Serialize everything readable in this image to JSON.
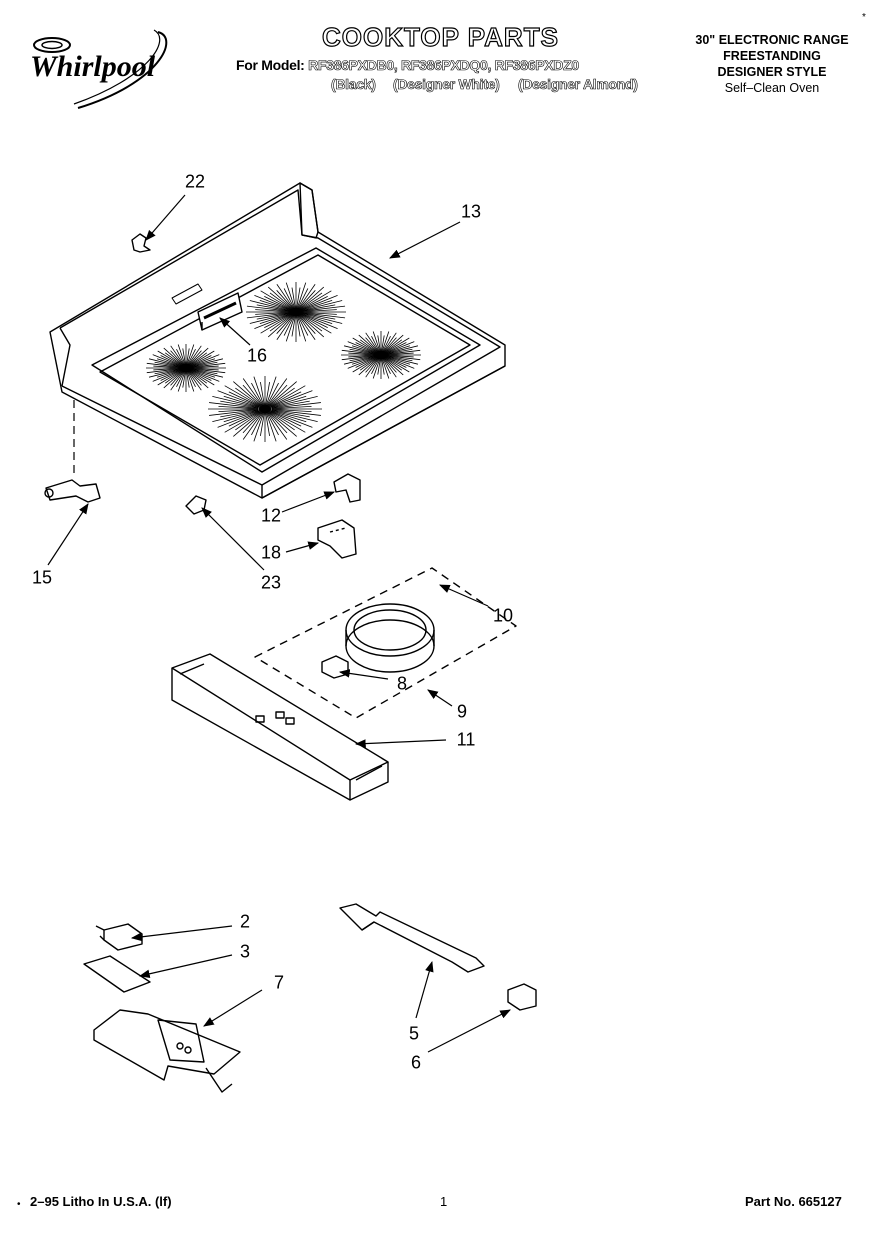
{
  "header": {
    "brand": "Whirlpool",
    "title": "COOKTOP PARTS",
    "model_prefix": "For Model:",
    "models": "RF386PXDB0, RF386PXDQ0, RF386PXDZ0",
    "variant_black": "(Black)",
    "variant_white": "(Designer White)",
    "variant_almond": "(Designer Almond)",
    "spec_line1": "30\" ELECTRONIC RANGE",
    "spec_line2": "FREESTANDING",
    "spec_line3": "DESIGNER STYLE",
    "spec_line4": "Self–Clean Oven",
    "corner_mark": "*"
  },
  "callouts": {
    "c22": "22",
    "c13": "13",
    "c16": "16",
    "c12": "12",
    "c18": "18",
    "c15": "15",
    "c23": "23",
    "c10": "10",
    "c8": "8",
    "c9": "9",
    "c11": "11",
    "c2": "2",
    "c3": "3",
    "c7": "7",
    "c5": "5",
    "c6": "6"
  },
  "footer": {
    "bullet": "•",
    "litho": "2–95 Litho In U.S.A. (lf)",
    "page_number": "1",
    "part_no": "Part No. 665127"
  }
}
